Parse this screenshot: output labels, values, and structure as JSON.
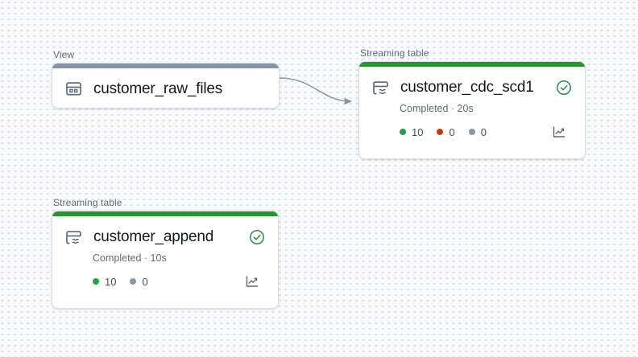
{
  "view_label": "View",
  "streaming_label": "Streaming table",
  "colors": {
    "view_bar": "#8595a6",
    "streaming_bar": "#2b9231",
    "metric_green": "#27a04a",
    "metric_red": "#c23e12",
    "metric_gray": "#8b97a5",
    "check_green": "#2c8c46",
    "edge": "#8a96a4"
  },
  "nodes": [
    {
      "type_label": "View",
      "title": "customer_raw_files"
    },
    {
      "type_label": "Streaming table",
      "title": "customer_cdc_scd1",
      "status": "Completed · 20s",
      "metrics": [
        {
          "value": "10",
          "color": "#27a04a"
        },
        {
          "value": "0",
          "color": "#c23e12"
        },
        {
          "value": "0",
          "color": "#8b97a5"
        }
      ]
    },
    {
      "type_label": "Streaming table",
      "title": "customer_append",
      "status": "Completed · 10s",
      "metrics": [
        {
          "value": "10",
          "color": "#27a04a"
        },
        {
          "value": "0",
          "color": "#8b97a5"
        }
      ]
    }
  ],
  "edges": [
    {
      "from": "customer_raw_files",
      "to": "customer_cdc_scd1"
    }
  ]
}
